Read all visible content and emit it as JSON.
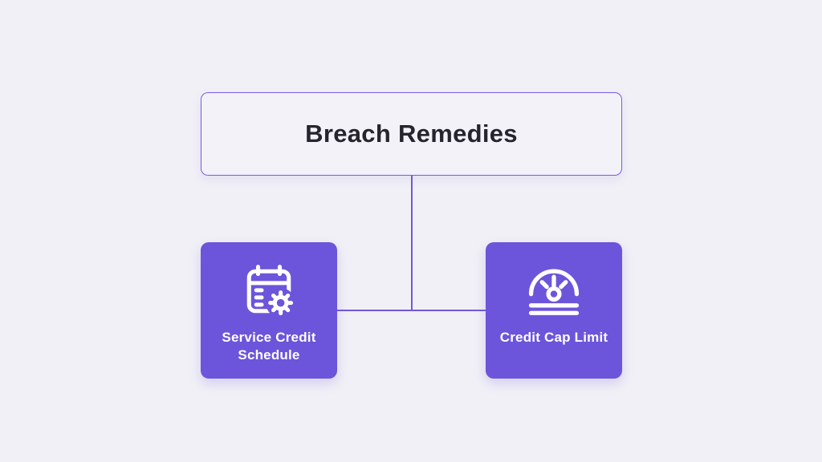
{
  "page": {
    "background_color": "#F1F0F6"
  },
  "diagram": {
    "root": {
      "label": "Breach Remedies",
      "bg_color": "#F3F2F9",
      "border_color": "#7B5AE4",
      "text_color": "#26242C"
    },
    "children": [
      {
        "label": "Service Credit Schedule",
        "icon": "calendar-gear-icon"
      },
      {
        "label": "Credit Cap Limit",
        "icon": "gauge-cap-icon"
      }
    ],
    "node_color": "#6C55DA",
    "node_text_color": "#FFFFFF",
    "connector_color": "#7458D8"
  }
}
